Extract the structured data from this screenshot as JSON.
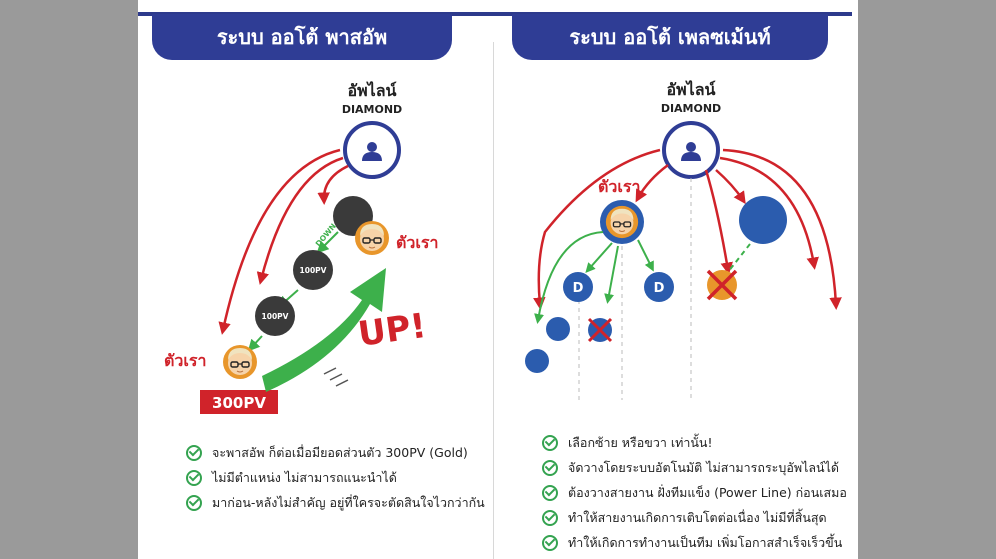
{
  "left": {
    "title": "ระบบ ออโต้ พาสอัพ",
    "upline_label": "อัพไลน์",
    "rank": "DIAMOND",
    "self_label_top": "ตัวเรา",
    "self_label_bottom": "ตัวเรา",
    "down_label": "DOWN",
    "pv_node": "100PV",
    "pv_badge": "300PV",
    "up_text": "UP!",
    "bullets": [
      "จะพาสอัพ ก็ต่อเมื่อมียอดส่วนตัว 300PV (Gold)",
      "ไม่มีตำแหน่ง ไม่สามารถแนะนำได้",
      "มาก่อน-หลังไม่สำคัญ อยู่ที่ใครจะตัดสินใจไวกว่ากัน"
    ]
  },
  "right": {
    "title": "ระบบ ออโต้ เพลซเม้นท์",
    "upline_label": "อัพไลน์",
    "rank": "DIAMOND",
    "self_label": "ตัวเรา",
    "node_letter": "D",
    "bullets": [
      "เลือกซ้าย หรือขวา เท่านั้น!",
      "จัดวางโดยระบบอัตโนมัติ ไม่สามารถระบุอัพไลน์ได้",
      "ต้องวางสายงาน ฝั่งทีมแข็ง (Power Line) ก่อนเสมอ",
      "ทำให้สายงานเกิดการเติบโตต่อเนื่อง ไม่มีที่สิ้นสุด",
      "ทำให้เกิดการทำงานเป็นทีม เพิ่มโอกาสสำเร็จเร็วขึ้น"
    ]
  },
  "colors": {
    "navy": "#2f3d95",
    "red": "#d0232a",
    "green": "#3db04b",
    "orange": "#e8962b",
    "node_dark": "#3a3a3a",
    "node_blue": "#2b5cae"
  }
}
